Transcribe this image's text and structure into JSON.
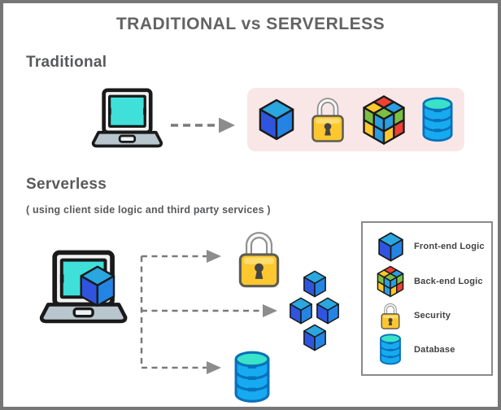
{
  "title": "TRADITIONAL vs SERVERLESS",
  "traditional": {
    "heading": "Traditional",
    "client_icon": "laptop-icon",
    "services_icons": [
      "blue-cube-icon",
      "padlock-icon",
      "rubiks-cube-icon",
      "database-cylinder-icon"
    ]
  },
  "serverless": {
    "heading": "Serverless",
    "subtitle": "( using client side logic and third party services )",
    "client_icon": "laptop-with-cube-icon",
    "targets": [
      "padlock-icon",
      "blue-cubes-cluster-icon",
      "database-cylinder-icon"
    ]
  },
  "legend": {
    "items": [
      {
        "icon": "blue-cube-icon",
        "label": "Front-end Logic"
      },
      {
        "icon": "rubiks-cube-icon",
        "label": "Back-end Logic"
      },
      {
        "icon": "padlock-icon",
        "label": "Security"
      },
      {
        "icon": "database-cylinder-icon",
        "label": "Database"
      }
    ]
  },
  "colors": {
    "frame_border": "#767676",
    "title_text": "#636363",
    "heading_text": "#58595b",
    "legend_text": "#414141",
    "pink_panel": "#f9e7e7",
    "cube_top": "#2aa6e0",
    "cube_left": "#2f55df",
    "cube_right": "#2384e4",
    "lock_yellow": "#fdc72f",
    "lock_highlight": "#fddd6e",
    "db_blue": "#16abf0",
    "db_teal": "#38e3c8",
    "db_outline": "#0a70ba",
    "rubik_red": "#ee4035",
    "rubik_green": "#7bc043",
    "rubik_yellow": "#fdc72f",
    "rubik_blue": "#2b9de0",
    "screen_cyan": "#3fe0da",
    "laptop_base": "#b9c6cd",
    "dash_gray": "#7a7a7a",
    "arrowhead_gray": "#8c8c8c"
  }
}
